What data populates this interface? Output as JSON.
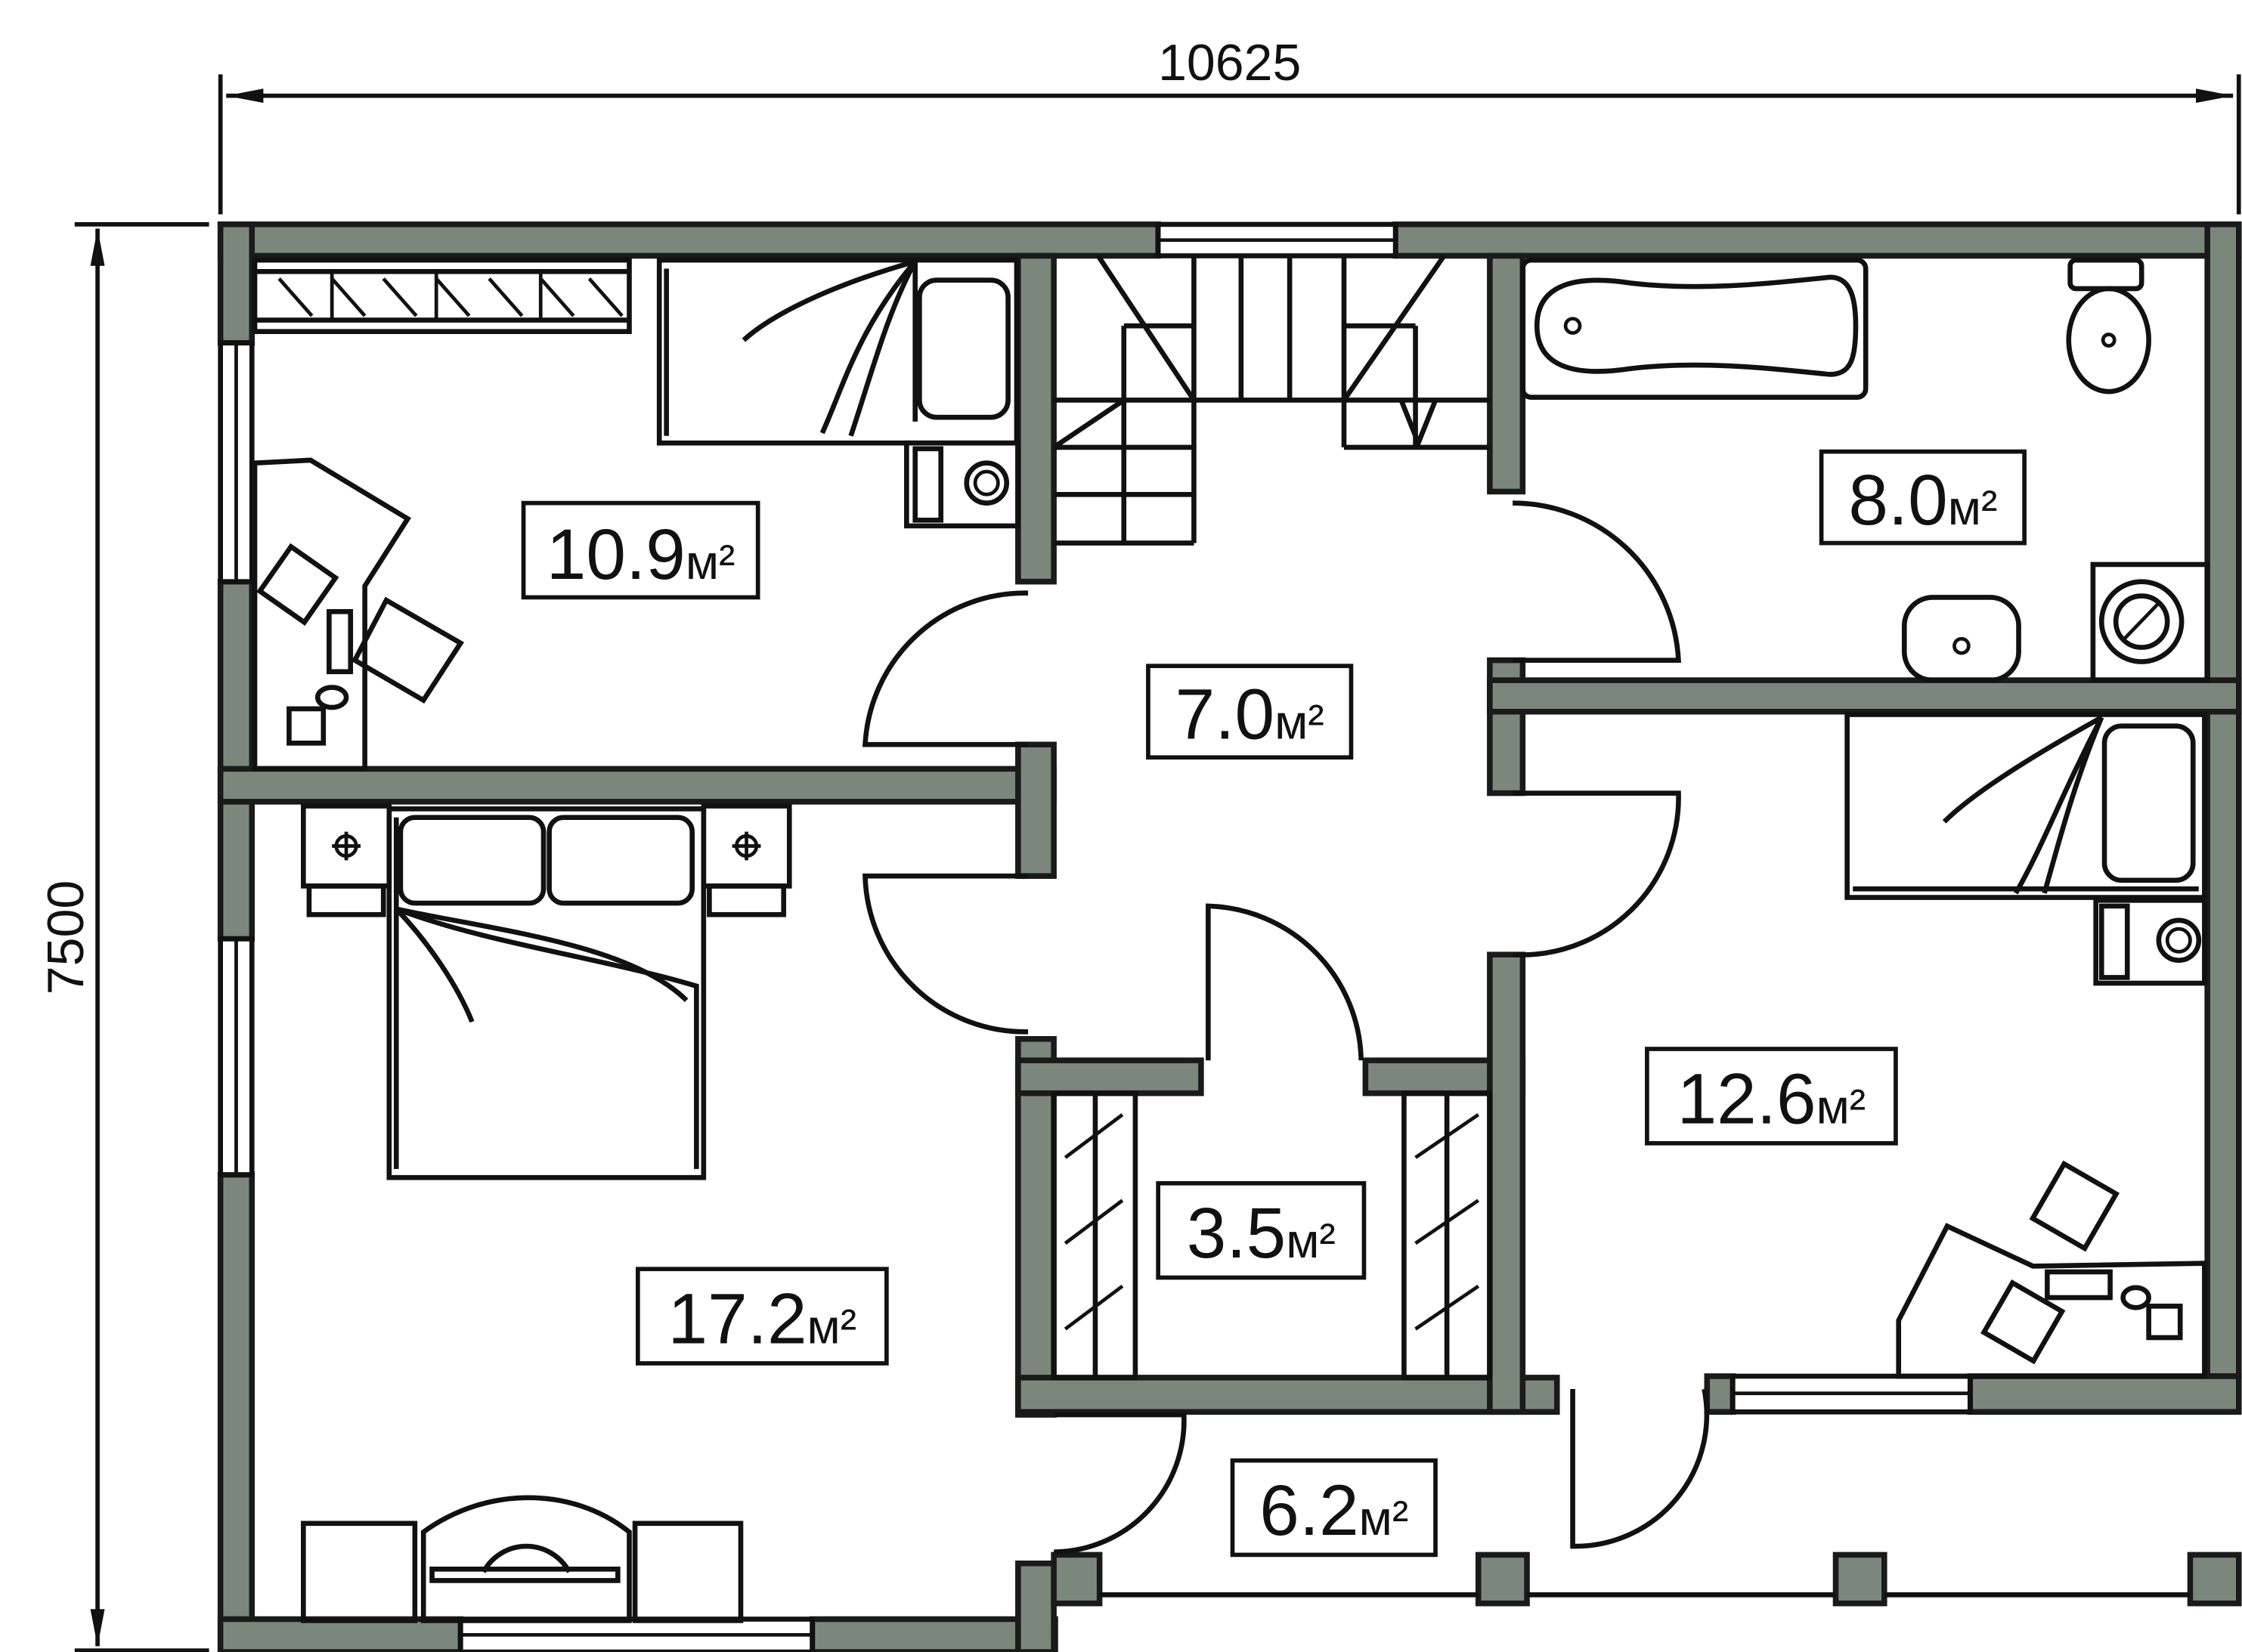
{
  "dimensions": {
    "width_label": "10625",
    "height_label": "7500"
  },
  "rooms": [
    {
      "id": "bedroom-top-left",
      "area": "10.9",
      "unit": "м²"
    },
    {
      "id": "hall",
      "area": "7.0",
      "unit": "м²"
    },
    {
      "id": "bathroom",
      "area": "8.0",
      "unit": "м²"
    },
    {
      "id": "bedroom-right",
      "area": "12.6",
      "unit": "м²"
    },
    {
      "id": "closet",
      "area": "3.5",
      "unit": "м²"
    },
    {
      "id": "bedroom-master",
      "area": "17.2",
      "unit": "м²"
    },
    {
      "id": "balcony",
      "area": "6.2",
      "unit": "м²"
    }
  ],
  "colors": {
    "wall": "#7c877c",
    "line": "#111111",
    "background": "#ffffff"
  }
}
